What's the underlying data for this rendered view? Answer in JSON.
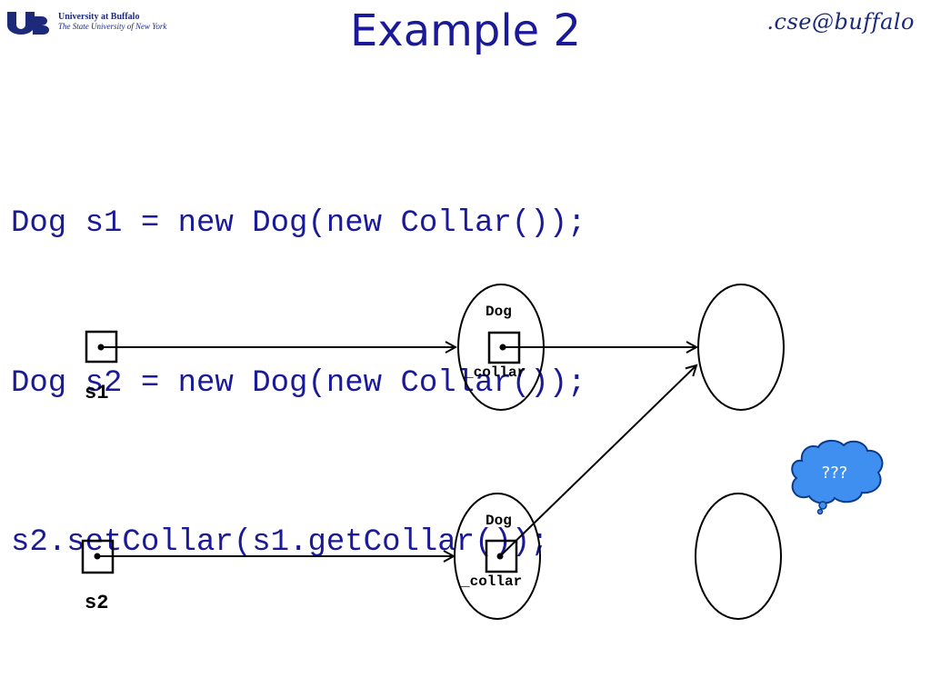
{
  "header": {
    "logo_name": "University at Buffalo",
    "logo_subtitle": "The State University of New York",
    "title": "Example 2",
    "brand": ".cse@buffalo"
  },
  "code_lines": [
    "Dog s1 = new Dog(new Collar());",
    "Dog s2 = new Dog(new Collar());",
    "s2.setCollar(s1.getCollar());"
  ],
  "diagram": {
    "var1": "s1",
    "var2": "s2",
    "dog1_label": "Dog",
    "dog1_field": "_collar",
    "dog2_label": "Dog",
    "dog2_field": "_collar",
    "cloud_text": "???"
  },
  "colors": {
    "title_blue": "#1a1a99",
    "cloud_fill": "#3f8ff0",
    "cloud_stroke": "#0c3a8a"
  }
}
